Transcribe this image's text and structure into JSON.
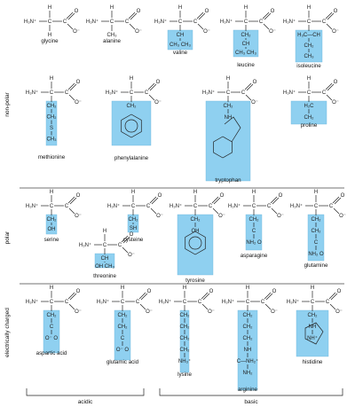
{
  "categories": {
    "nonpolar": "non-polar",
    "polar": "polar",
    "charged": "electrically charged",
    "acidic": "acidic",
    "basic": "basic"
  },
  "backbone": {
    "amine": "H₃N⁺",
    "alpha_c": "C",
    "h": "H",
    "carbonyl_o": "O",
    "carboxylate_o": "O⁻"
  },
  "amino_acids": [
    {
      "name": "glycine",
      "side": [
        "H"
      ],
      "shaded": false
    },
    {
      "name": "alanine",
      "side": [
        "CH₃"
      ],
      "shaded": false
    },
    {
      "name": "valine",
      "side": [
        "CH",
        "CH₃  CH₃"
      ]
    },
    {
      "name": "leucine",
      "side": [
        "CH₂",
        "CH",
        "CH₃  CH₃"
      ]
    },
    {
      "name": "isoleucine",
      "side": [
        "H₃C—CH",
        "CH₂",
        "CH₃"
      ]
    },
    {
      "name": "methionine",
      "side": [
        "CH₂",
        "CH₂",
        "S",
        "CH₃"
      ]
    },
    {
      "name": "phenylalanine",
      "side": [
        "CH₂"
      ]
    },
    {
      "name": "tryptophan",
      "side": [
        "CH₂",
        "NH"
      ]
    },
    {
      "name": "proline",
      "side": [
        "H₂C",
        "CH₂"
      ]
    },
    {
      "name": "serine",
      "side": [
        "CH₂",
        "OH"
      ]
    },
    {
      "name": "cysteine",
      "side": [
        "CH₂",
        "SH"
      ]
    },
    {
      "name": "tyrosine",
      "side": [
        "CH₂",
        "OH"
      ]
    },
    {
      "name": "asparagine",
      "side": [
        "CH₂",
        "C",
        "NH₂   O"
      ]
    },
    {
      "name": "glutamine",
      "side": [
        "CH₂",
        "CH₂",
        "C",
        "NH₂   O"
      ]
    },
    {
      "name": "threonine",
      "side": [
        "CH",
        "OH  CH₃"
      ]
    },
    {
      "name": "aspartic acid",
      "side": [
        "CH₂",
        "C",
        "O⁻  O"
      ]
    },
    {
      "name": "glutamic acid",
      "side": [
        "CH₂",
        "CH₂",
        "C",
        "O⁻  O"
      ]
    },
    {
      "name": "lysine",
      "side": [
        "CH₂",
        "CH₂",
        "CH₂",
        "CH₂",
        "NH₃⁺"
      ]
    },
    {
      "name": "arginine",
      "side": [
        "CH₂",
        "CH₂",
        "CH₂",
        "NH",
        "C—NH₂⁺",
        "NH₂"
      ]
    },
    {
      "name": "histidine",
      "side": [
        "CH₂",
        "NH",
        "NH⁺"
      ]
    }
  ]
}
